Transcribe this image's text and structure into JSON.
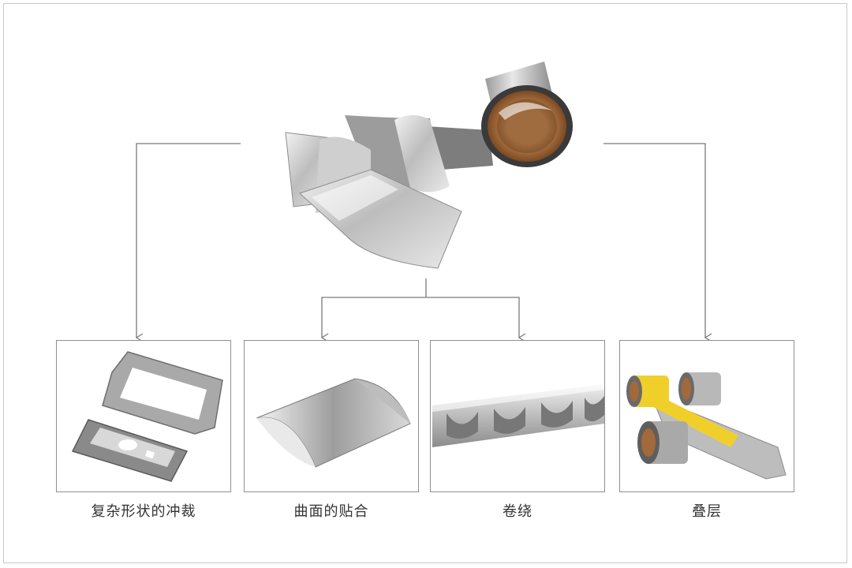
{
  "panels": [
    {
      "label": "复杂形状的冲裁",
      "icon": "die-cut-parts-icon"
    },
    {
      "label": "曲面的贴合",
      "icon": "curved-surface-icon"
    },
    {
      "label": "卷绕",
      "icon": "spiral-wrap-icon"
    },
    {
      "label": "叠层",
      "icon": "laminate-rolls-icon"
    }
  ],
  "colors": {
    "connector": "#7a7a7a",
    "metal_light": "#e6e6e6",
    "metal_mid": "#b5b5b5",
    "metal_dark": "#6e6e6e",
    "core_brown": "#a2693a",
    "tape_yellow": "#f1cf2b"
  }
}
